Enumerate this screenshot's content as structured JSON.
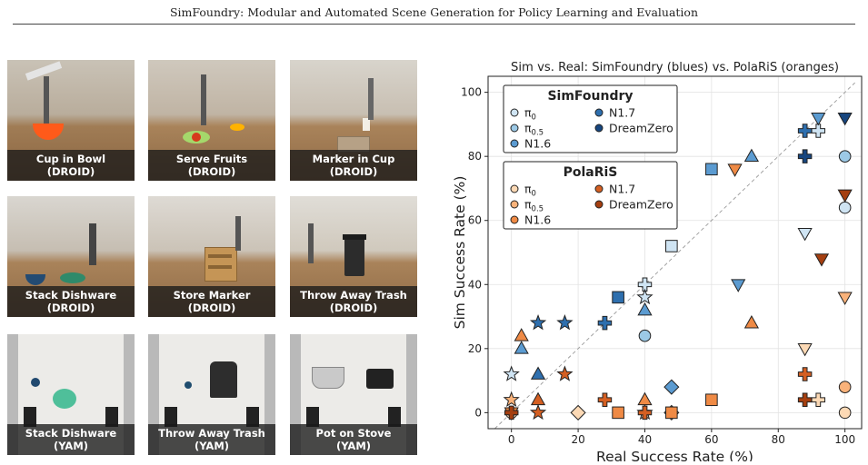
{
  "header": {
    "title": "SimFoundry: Modular and Automated Scene Generation for Policy Learning and Evaluation"
  },
  "tiles": [
    {
      "line1": "Cup in Bowl",
      "line2": "(DROID)",
      "scene": "droid-cup-bowl"
    },
    {
      "line1": "Serve Fruits",
      "line2": "(DROID)",
      "scene": "droid-fruits"
    },
    {
      "line1": "Marker in Cup",
      "line2": "(DROID)",
      "scene": "droid-marker-cup"
    },
    {
      "line1": "Stack Dishware",
      "line2": "(DROID)",
      "scene": "droid-dishware"
    },
    {
      "line1": "Store Marker",
      "line2": "(DROID)",
      "scene": "droid-store-marker"
    },
    {
      "line1": "Throw Away Trash",
      "line2": "(DROID)",
      "scene": "droid-trash"
    },
    {
      "line1": "Stack Dishware",
      "line2": "(YAM)",
      "scene": "yam-dishware"
    },
    {
      "line1": "Throw Away Trash",
      "line2": "(YAM)",
      "scene": "yam-trash"
    },
    {
      "line1": "Pot on Stove",
      "line2": "(YAM)",
      "scene": "yam-pot"
    }
  ],
  "chart_data": {
    "type": "scatter",
    "title": "Sim vs. Real: SimFoundry (blues) vs. PolaRiS (oranges)",
    "xlabel": "Real Success Rate (%)",
    "ylabel": "Sim Success Rate (%)",
    "xlim": [
      -7,
      105
    ],
    "ylim": [
      -5,
      105
    ],
    "xticks": [
      0,
      20,
      40,
      60,
      80,
      100
    ],
    "yticks": [
      0,
      20,
      40,
      60,
      80,
      100
    ],
    "grid": true,
    "diagonal": true,
    "marker_names": [
      "circle",
      "square",
      "diamond",
      "triangle-up",
      "triangle-down",
      "star",
      "plus"
    ],
    "legends": [
      {
        "title": "SimFoundry",
        "entries": [
          {
            "label": "π",
            "sub": "0",
            "color": "#cfe4f3"
          },
          {
            "label": "π",
            "sub": "0.5",
            "color": "#9cc9e6"
          },
          {
            "label": "N1.6",
            "color": "#5b9bd1"
          },
          {
            "label": "N1.7",
            "color": "#2e6fae"
          },
          {
            "label": "DreamZero",
            "color": "#17467f"
          }
        ]
      },
      {
        "title": "PolaRiS",
        "entries": [
          {
            "label": "π",
            "sub": "0",
            "color": "#fcd9b5"
          },
          {
            "label": "π",
            "sub": "0.5",
            "color": "#f9b27a"
          },
          {
            "label": "N1.6",
            "color": "#ef8a45"
          },
          {
            "label": "N1.7",
            "color": "#d45f22"
          },
          {
            "label": "DreamZero",
            "color": "#a53f10"
          }
        ]
      }
    ],
    "series": [
      {
        "name": "SimFoundry π0",
        "color": "#cfe4f3",
        "points": [
          {
            "x": 100,
            "y": 64,
            "m": "circle"
          },
          {
            "x": 88,
            "y": 56,
            "m": "triangle-down"
          },
          {
            "x": 0,
            "y": 12,
            "m": "star"
          },
          {
            "x": 48,
            "y": 52,
            "m": "square"
          },
          {
            "x": 40,
            "y": 40,
            "m": "plus"
          },
          {
            "x": 92,
            "y": 88,
            "m": "plus"
          },
          {
            "x": 40,
            "y": 36,
            "m": "star"
          }
        ]
      },
      {
        "name": "SimFoundry π0.5",
        "color": "#9cc9e6",
        "points": [
          {
            "x": 100,
            "y": 80,
            "m": "circle"
          },
          {
            "x": 40,
            "y": 24,
            "m": "circle"
          }
        ]
      },
      {
        "name": "SimFoundry N1.6",
        "color": "#5b9bd1",
        "points": [
          {
            "x": 60,
            "y": 76,
            "m": "square"
          },
          {
            "x": 72,
            "y": 80,
            "m": "triangle-up"
          },
          {
            "x": 3,
            "y": 20,
            "m": "triangle-up"
          },
          {
            "x": 48,
            "y": 8,
            "m": "diamond"
          },
          {
            "x": 92,
            "y": 92,
            "m": "triangle-down"
          },
          {
            "x": 68,
            "y": 40,
            "m": "triangle-down"
          },
          {
            "x": 40,
            "y": 32,
            "m": "triangle-up"
          }
        ]
      },
      {
        "name": "SimFoundry N1.7",
        "color": "#2e6fae",
        "points": [
          {
            "x": 32,
            "y": 36,
            "m": "square"
          },
          {
            "x": 8,
            "y": 28,
            "m": "star"
          },
          {
            "x": 88,
            "y": 88,
            "m": "plus"
          },
          {
            "x": 16,
            "y": 28,
            "m": "star"
          },
          {
            "x": 28,
            "y": 28,
            "m": "plus"
          },
          {
            "x": 8,
            "y": 12,
            "m": "triangle-up"
          }
        ]
      },
      {
        "name": "SimFoundry DreamZero",
        "color": "#17467f",
        "points": [
          {
            "x": 100,
            "y": 92,
            "m": "triangle-down"
          },
          {
            "x": 88,
            "y": 80,
            "m": "plus"
          }
        ]
      },
      {
        "name": "PolaRiS π0",
        "color": "#fcd9b5",
        "points": [
          {
            "x": 100,
            "y": 0,
            "m": "circle"
          },
          {
            "x": 88,
            "y": 20,
            "m": "triangle-down"
          },
          {
            "x": 20,
            "y": 0,
            "m": "diamond"
          },
          {
            "x": 48,
            "y": 0,
            "m": "diamond"
          },
          {
            "x": 40,
            "y": 0,
            "m": "star"
          },
          {
            "x": 0,
            "y": 0,
            "m": "circle"
          },
          {
            "x": 92,
            "y": 4,
            "m": "plus"
          }
        ]
      },
      {
        "name": "PolaRiS π0.5",
        "color": "#f9b27a",
        "points": [
          {
            "x": 100,
            "y": 8,
            "m": "circle"
          },
          {
            "x": 100,
            "y": 36,
            "m": "triangle-down"
          },
          {
            "x": 48,
            "y": 0,
            "m": "circle"
          },
          {
            "x": 0,
            "y": 4,
            "m": "star"
          }
        ]
      },
      {
        "name": "PolaRiS N1.6",
        "color": "#ef8a45",
        "points": [
          {
            "x": 60,
            "y": 4,
            "m": "square"
          },
          {
            "x": 72,
            "y": 28,
            "m": "triangle-up"
          },
          {
            "x": 3,
            "y": 24,
            "m": "triangle-up"
          },
          {
            "x": 67,
            "y": 76,
            "m": "triangle-down"
          },
          {
            "x": 40,
            "y": 4,
            "m": "triangle-up"
          },
          {
            "x": 32,
            "y": 0,
            "m": "square"
          },
          {
            "x": 48,
            "y": 0,
            "m": "square"
          },
          {
            "x": 0,
            "y": 0,
            "m": "triangle-down"
          }
        ]
      },
      {
        "name": "PolaRiS N1.7",
        "color": "#d45f22",
        "points": [
          {
            "x": 88,
            "y": 12,
            "m": "plus"
          },
          {
            "x": 16,
            "y": 12,
            "m": "star"
          },
          {
            "x": 28,
            "y": 4,
            "m": "plus"
          },
          {
            "x": 8,
            "y": 4,
            "m": "triangle-up"
          },
          {
            "x": 8,
            "y": 0,
            "m": "star"
          },
          {
            "x": 40,
            "y": 0,
            "m": "plus"
          }
        ]
      },
      {
        "name": "PolaRiS DreamZero",
        "color": "#a53f10",
        "points": [
          {
            "x": 100,
            "y": 68,
            "m": "triangle-down"
          },
          {
            "x": 93,
            "y": 48,
            "m": "triangle-down"
          },
          {
            "x": 88,
            "y": 4,
            "m": "plus"
          },
          {
            "x": 0,
            "y": 0,
            "m": "plus"
          }
        ]
      }
    ]
  }
}
